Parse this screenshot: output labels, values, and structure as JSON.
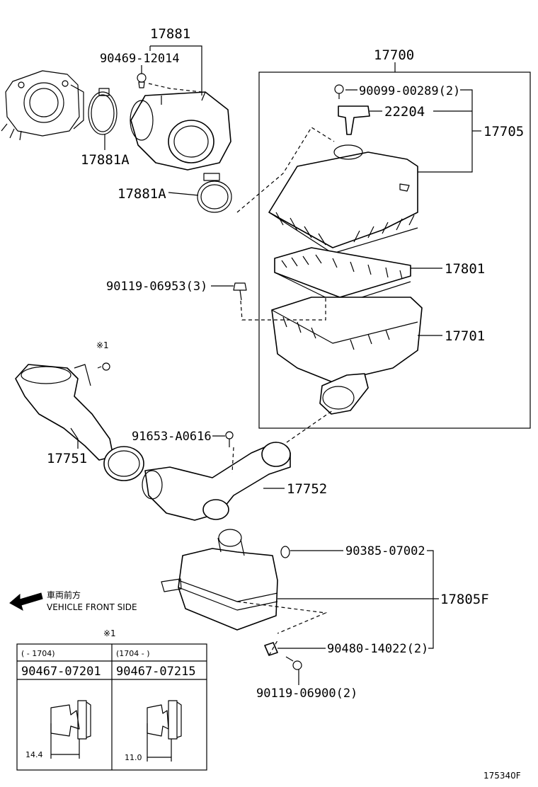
{
  "labels": {
    "p17881": "17881",
    "p90469_12014": "90469-12014",
    "p17881A_1": "17881A",
    "p17881A_2": "17881A",
    "p17700": "17700",
    "p90099_00289": "90099-00289(2)",
    "p22204": "22204",
    "p17705": "17705",
    "p17801": "17801",
    "p90119_06953": "90119-06953(3)",
    "p17701": "17701",
    "ref_mark": "※1",
    "p17751": "17751",
    "p91653_A0616": "91653-A0616",
    "p17752": "17752",
    "p90385_07002": "90385-07002",
    "p17805F": "17805F",
    "front_jp": "車両前方",
    "front_en": "VEHICLE FRONT SIDE",
    "p90480_14022": "90480-14022(2)",
    "p90119_06900": "90119-06900(2)",
    "diagram_id": "175340F"
  },
  "table": {
    "ref_mark": "※1",
    "col1_range": "(    -  1704)",
    "col2_range": "(1704  -     )",
    "col1_part": "90467-07201",
    "col2_part": "90467-07215",
    "col1_dim": "14.4",
    "col2_dim": "11.0"
  },
  "icons": [
    "front-arrow-icon"
  ]
}
